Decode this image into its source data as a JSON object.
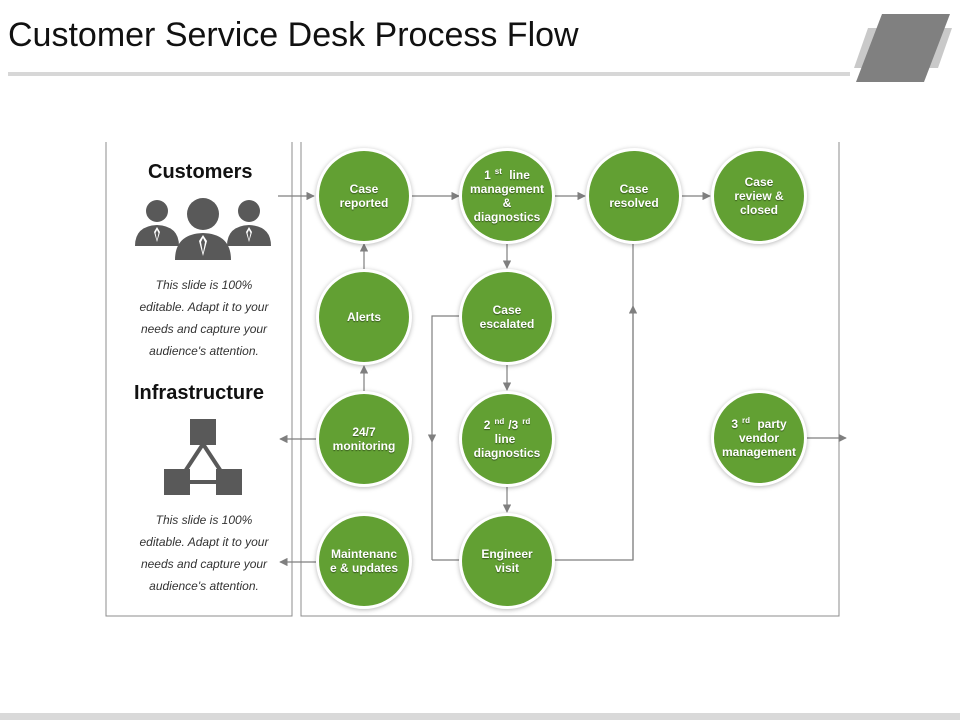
{
  "header": {
    "title": "Customer Service Desk Process Flow"
  },
  "left_panel": {
    "customers": {
      "heading": "Customers",
      "description_line1": "This slide is 100%",
      "description_line2": "editable. Adapt it to your",
      "description_line3": "needs and capture your",
      "description_line4": "audience's attention."
    },
    "infrastructure": {
      "heading": "Infrastructure",
      "description_line1": "This slide is 100%",
      "description_line2": "editable. Adapt it to your",
      "description_line3": "needs and capture your",
      "description_line4": "audience's attention."
    }
  },
  "nodes": {
    "case_reported": {
      "line1": "Case",
      "line2": "reported"
    },
    "first_line": {
      "line1_num": "1",
      "line1_sup": "st",
      "line1_rest": " line",
      "line2": "management",
      "line3": "& diagnostics"
    },
    "case_resolved": {
      "line1": "Case",
      "line2": "resolved"
    },
    "case_review": {
      "line1": "Case",
      "line2": "review &",
      "line3": "closed"
    },
    "alerts": {
      "line1": "Alerts"
    },
    "case_escalated": {
      "line1": "Case",
      "line2": "escalated"
    },
    "monitoring": {
      "line1": "24/7",
      "line2": "monitoring"
    },
    "second_third_line": {
      "line1_a": "2",
      "line1_sup_a": "nd",
      "line1_b": "/3",
      "line1_sup_b": "rd",
      "line1_rest": " line",
      "line2": "diagnostics"
    },
    "third_party": {
      "line1_num": "3",
      "line1_sup": "rd",
      "line1_rest": " party",
      "line2": "vendor",
      "line3": "management"
    },
    "maintenance": {
      "line1": "Maintenanc",
      "line2": "e & updates"
    },
    "engineer_visit": {
      "line1": "Engineer",
      "line2": "visit"
    }
  },
  "colors": {
    "node_fill": "#62a033",
    "connector": "#7f7f7f",
    "icon_fill": "#595959",
    "title_rule": "#d7d7d7"
  },
  "icons": {
    "customers": "people-group-icon",
    "infrastructure": "network-hierarchy-icon",
    "decoration": "parallelogram-stripes-icon"
  }
}
